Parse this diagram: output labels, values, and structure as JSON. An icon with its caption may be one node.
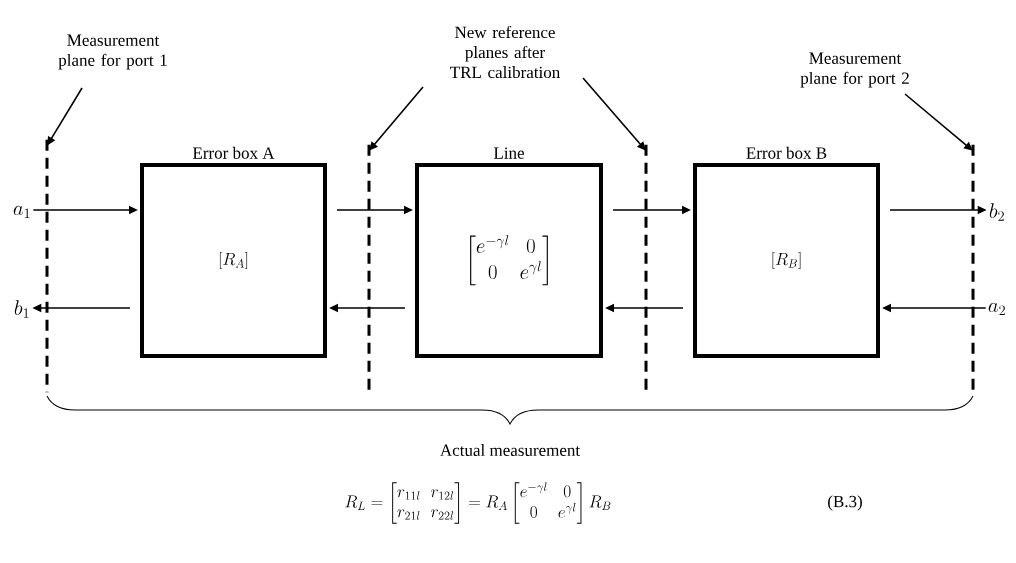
{
  "diagram": {
    "nodes": [
      {
        "text": [
          "Error box A",
          "[R_A]"
        ]
      },
      {
        "text": [
          "Line",
          "\\begin{bmatrix} e^{-\\gamma l} & 0 \\\\ 0 & e^{\\gamma l} \\end{bmatrix}"
        ]
      },
      {
        "text": [
          "Error box B",
          "[R_B]"
        ]
      },
      {
        "text": [
          "a_1"
        ]
      },
      {
        "text": [
          "b_1"
        ]
      },
      {
        "text": [
          "b_2"
        ]
      },
      {
        "text": [
          "a_2"
        ]
      },
      {
        "text": [
          "Measurement plane for port 1"
        ]
      },
      {
        "text": [
          "New reference planes after TRL calibration"
        ]
      },
      {
        "text": [
          "Measurement plane for port 2"
        ]
      },
      {
        "text": [],
        "shape": "line"
      },
      {
        "text": [],
        "shape": "line"
      },
      {
        "text": [],
        "shape": "line"
      },
      {
        "text": [],
        "shape": "line"
      }
    ],
    "edges": [
      {
        "from": 3,
        "to": 0,
        "arrow": "to"
      },
      {
        "from": 0,
        "to": 1,
        "arrow": "to"
      },
      {
        "from": 1,
        "to": 2,
        "arrow": "to"
      },
      {
        "from": 2,
        "to": 5,
        "arrow": "to"
      },
      {
        "from": 6,
        "to": 2,
        "arrow": "to"
      },
      {
        "from": 2,
        "to": 1,
        "arrow": "to"
      },
      {
        "from": 1,
        "to": 0,
        "arrow": "to"
      },
      {
        "from": 0,
        "to": 4,
        "arrow": "to"
      },
      {
        "from": 7,
        "to": 10,
        "arrow": "to"
      },
      {
        "from": 8,
        "to": 11,
        "arrow": "to"
      },
      {
        "from": 8,
        "to": 12,
        "arrow": "to"
      },
      {
        "from": 9,
        "to": 13,
        "arrow": "to"
      }
    ],
    "labels": [
      "Actual measurement",
      "R_L = \\begin{bmatrix} r_{11l} & r_{12l} \\\\ r_{21l} & r_{22l} \\end{bmatrix} = R_A \\begin{bmatrix} e^{-\\gamma l} & 0 \\\\ 0 & e^{\\gamma l} \\end{bmatrix} R_B",
      "(B.3)"
    ]
  }
}
